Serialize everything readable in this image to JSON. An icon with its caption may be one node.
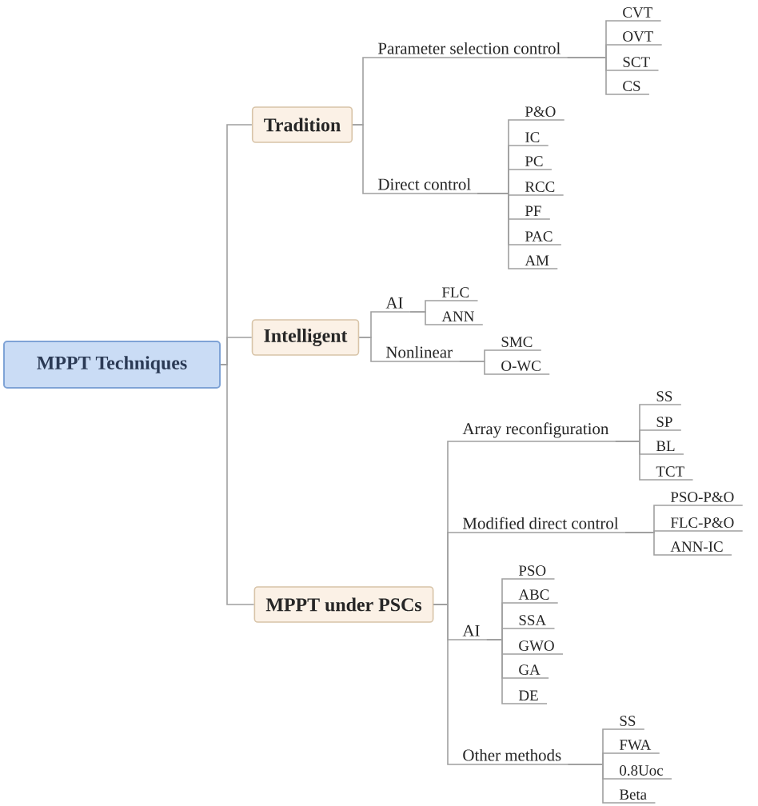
{
  "diagram": {
    "nodes": [
      {
        "text": [
          "MPPT Techniques"
        ]
      },
      {
        "text": [
          "Tradition"
        ]
      },
      {
        "text": [
          "Parameter selection control"
        ]
      },
      {
        "text": [
          "CVT"
        ]
      },
      {
        "text": [
          "OVT"
        ]
      },
      {
        "text": [
          "SCT"
        ]
      },
      {
        "text": [
          "CS"
        ]
      },
      {
        "text": [
          "Direct control"
        ]
      },
      {
        "text": [
          "P&O"
        ]
      },
      {
        "text": [
          "IC"
        ]
      },
      {
        "text": [
          "PC"
        ]
      },
      {
        "text": [
          "RCC"
        ]
      },
      {
        "text": [
          "PF"
        ]
      },
      {
        "text": [
          "PAC"
        ]
      },
      {
        "text": [
          "AM"
        ]
      },
      {
        "text": [
          "Intelligent"
        ]
      },
      {
        "text": [
          "AI"
        ]
      },
      {
        "text": [
          "FLC"
        ]
      },
      {
        "text": [
          "ANN"
        ]
      },
      {
        "text": [
          "Nonlinear"
        ]
      },
      {
        "text": [
          "SMC"
        ]
      },
      {
        "text": [
          "O-WC"
        ]
      },
      {
        "text": [
          "MPPT under PSCs"
        ]
      },
      {
        "text": [
          "Array reconfiguration"
        ]
      },
      {
        "text": [
          "SS"
        ]
      },
      {
        "text": [
          "SP"
        ]
      },
      {
        "text": [
          "BL"
        ]
      },
      {
        "text": [
          "TCT"
        ]
      },
      {
        "text": [
          "Modified direct control"
        ]
      },
      {
        "text": [
          "PSO-P&O"
        ]
      },
      {
        "text": [
          "FLC-P&O"
        ]
      },
      {
        "text": [
          "ANN-IC"
        ]
      },
      {
        "text": [
          "AI"
        ]
      },
      {
        "text": [
          "PSO"
        ]
      },
      {
        "text": [
          "ABC"
        ]
      },
      {
        "text": [
          "SSA"
        ]
      },
      {
        "text": [
          "GWO"
        ]
      },
      {
        "text": [
          "GA"
        ]
      },
      {
        "text": [
          "DE"
        ]
      },
      {
        "text": [
          "Other methods"
        ]
      },
      {
        "text": [
          "SS"
        ]
      },
      {
        "text": [
          "FWA"
        ]
      },
      {
        "text": [
          "0.8Uoc"
        ]
      },
      {
        "text": [
          "Beta"
        ]
      }
    ],
    "edges": [
      {
        "from": 0,
        "to": 1,
        "arrow": "none"
      },
      {
        "from": 0,
        "to": 15,
        "arrow": "none"
      },
      {
        "from": 0,
        "to": 22,
        "arrow": "none"
      },
      {
        "from": 1,
        "to": 2,
        "arrow": "none"
      },
      {
        "from": 2,
        "to": 3,
        "arrow": "none"
      },
      {
        "from": 2,
        "to": 4,
        "arrow": "none"
      },
      {
        "from": 2,
        "to": 5,
        "arrow": "none"
      },
      {
        "from": 2,
        "to": 6,
        "arrow": "none"
      },
      {
        "from": 1,
        "to": 7,
        "arrow": "none"
      },
      {
        "from": 7,
        "to": 8,
        "arrow": "none"
      },
      {
        "from": 7,
        "to": 9,
        "arrow": "none"
      },
      {
        "from": 7,
        "to": 10,
        "arrow": "none"
      },
      {
        "from": 7,
        "to": 11,
        "arrow": "none"
      },
      {
        "from": 7,
        "to": 12,
        "arrow": "none"
      },
      {
        "from": 7,
        "to": 13,
        "arrow": "none"
      },
      {
        "from": 7,
        "to": 14,
        "arrow": "none"
      },
      {
        "from": 15,
        "to": 16,
        "arrow": "none"
      },
      {
        "from": 16,
        "to": 17,
        "arrow": "none"
      },
      {
        "from": 16,
        "to": 18,
        "arrow": "none"
      },
      {
        "from": 15,
        "to": 19,
        "arrow": "none"
      },
      {
        "from": 19,
        "to": 20,
        "arrow": "none"
      },
      {
        "from": 19,
        "to": 21,
        "arrow": "none"
      },
      {
        "from": 22,
        "to": 23,
        "arrow": "none"
      },
      {
        "from": 23,
        "to": 24,
        "arrow": "none"
      },
      {
        "from": 23,
        "to": 25,
        "arrow": "none"
      },
      {
        "from": 23,
        "to": 26,
        "arrow": "none"
      },
      {
        "from": 23,
        "to": 27,
        "arrow": "none"
      },
      {
        "from": 22,
        "to": 28,
        "arrow": "none"
      },
      {
        "from": 28,
        "to": 29,
        "arrow": "none"
      },
      {
        "from": 28,
        "to": 30,
        "arrow": "none"
      },
      {
        "from": 28,
        "to": 31,
        "arrow": "none"
      },
      {
        "from": 22,
        "to": 32,
        "arrow": "none"
      },
      {
        "from": 32,
        "to": 33,
        "arrow": "none"
      },
      {
        "from": 32,
        "to": 34,
        "arrow": "none"
      },
      {
        "from": 32,
        "to": 35,
        "arrow": "none"
      },
      {
        "from": 32,
        "to": 36,
        "arrow": "none"
      },
      {
        "from": 32,
        "to": 37,
        "arrow": "none"
      },
      {
        "from": 32,
        "to": 38,
        "arrow": "none"
      },
      {
        "from": 22,
        "to": 39,
        "arrow": "none"
      },
      {
        "from": 39,
        "to": 40,
        "arrow": "none"
      },
      {
        "from": 39,
        "to": 41,
        "arrow": "none"
      },
      {
        "from": 39,
        "to": 42,
        "arrow": "none"
      },
      {
        "from": 39,
        "to": 43,
        "arrow": "none"
      }
    ]
  }
}
